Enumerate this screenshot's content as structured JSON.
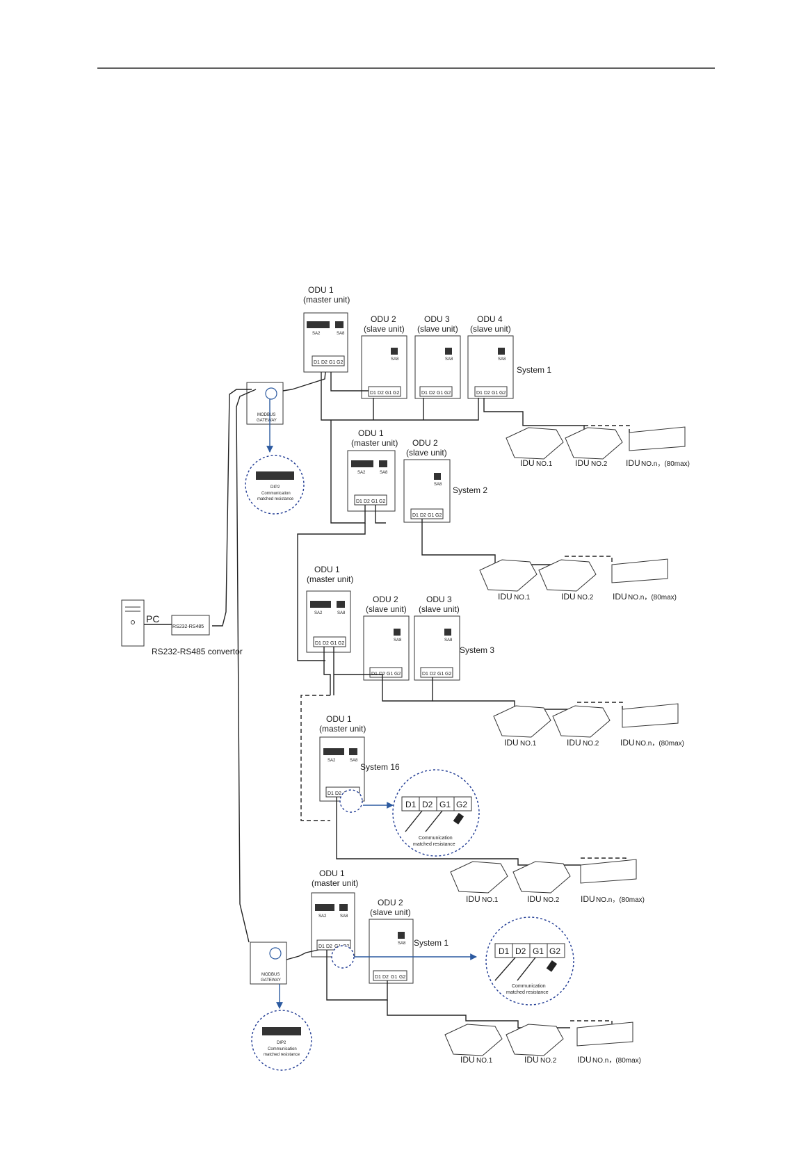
{
  "odu": {
    "odu1": "ODU 1",
    "odu2": "ODU 2",
    "odu3": "ODU 3",
    "odu4": "ODU 4",
    "master": "(master unit)",
    "slave": "(slave unit)"
  },
  "systems": {
    "s1": "System 1",
    "s2": "System 2",
    "s3": "System 3",
    "s16": "System 16"
  },
  "idu": {
    "idu": "IDU",
    "no1": "NO.1",
    "no2": "NO.2",
    "non": "NO.n，(80max)"
  },
  "switches": {
    "sa2": "SA2",
    "sa8": "SA8"
  },
  "terminals": {
    "d1": "D1",
    "d2": "D2",
    "g1": "G1",
    "g2": "G2"
  },
  "gateway": {
    "l1": "MODBUS",
    "l2": "GATEWAY",
    "dip": "DIP2",
    "res1": "Communication",
    "res2": "matched resistance"
  },
  "pc": {
    "label": "PC",
    "convertor_box": "RS232-RS485",
    "convertor_label": "RS232-RS485 convertor"
  },
  "callout": {
    "res1": "Communication",
    "res2": "matched resistance"
  }
}
